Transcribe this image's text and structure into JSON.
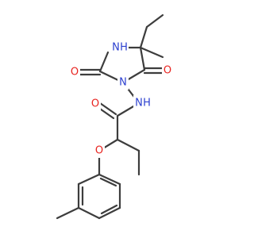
{
  "molecule": {
    "atom_labels": {
      "n_amine": "N",
      "h_amine": "H",
      "n_ring": "N",
      "o_left": "O",
      "o_right": "O",
      "n_amide": "N",
      "h_amide": "H",
      "o_amide": "O",
      "o_ether": "O"
    }
  },
  "colors": {
    "bond": "#3d3d3d",
    "nitrogen": "#2b3fcf",
    "oxygen": "#e8231f"
  }
}
